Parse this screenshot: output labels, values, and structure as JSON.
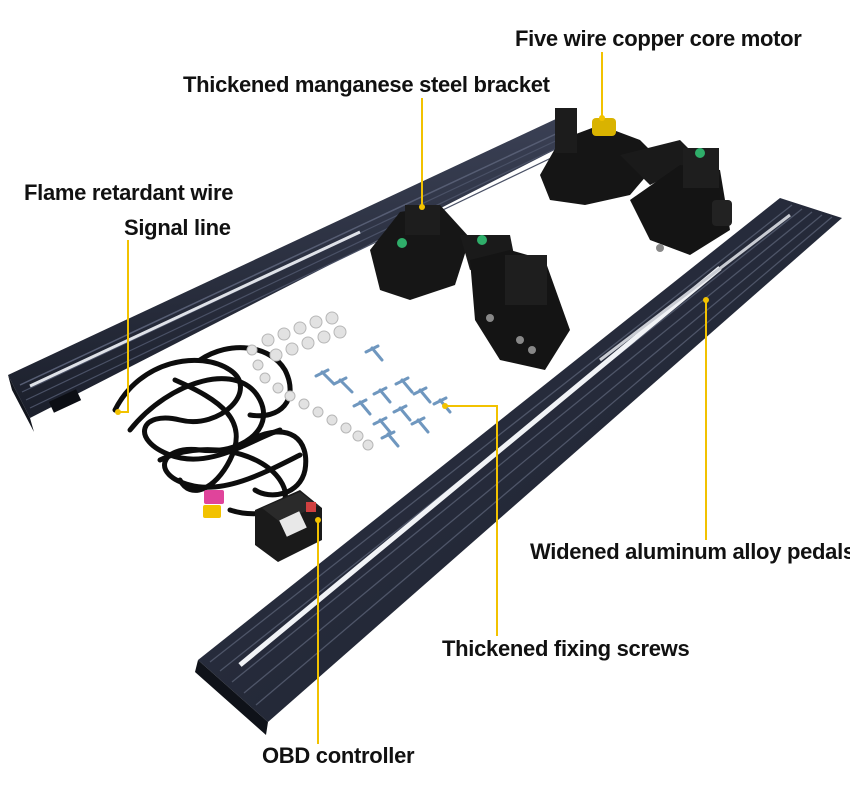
{
  "labels": {
    "motor": "Five wire copper core motor",
    "bracket": "Thickened manganese steel bracket",
    "wire": "Flame retardant wire",
    "signal": "Signal line",
    "pedals": "Widened aluminum alloy pedals",
    "screws": "Thickened fixing screws",
    "controller": "OBD controller"
  },
  "colors": {
    "leader_line": "#f2c200",
    "pedal_dark": "#1f2433",
    "pedal_mid": "#2c3142",
    "pedal_light_strip": "#eef0f3",
    "bracket_black": "#151515",
    "wire_black": "#0d0d0d",
    "screw_blue": "#6f97bf",
    "connector_pink": "#e0449b",
    "connector_yellow": "#f2c200",
    "background": "#ffffff"
  }
}
